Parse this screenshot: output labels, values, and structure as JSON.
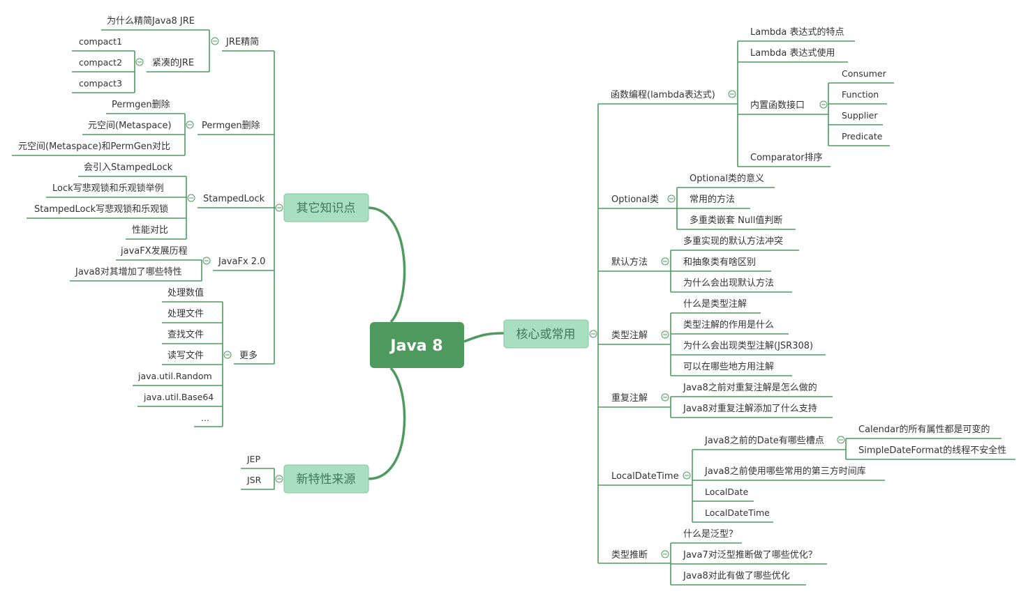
{
  "root": "Java 8",
  "colors": {
    "branch": "#4e9a5e",
    "root_fill": "#4e9a5e",
    "main_fill": "#a8dfc0",
    "main_text": "#3d7a5a"
  },
  "main_topics": {
    "other": "其它知识点",
    "sources": "新特性来源",
    "core": "核心或常用"
  },
  "other": {
    "jre": {
      "label": "JRE精简",
      "why": "为什么精简Java8 JRE",
      "compact": {
        "label": "紧凑的JRE",
        "items": [
          "compact1",
          "compact2",
          "compact3"
        ]
      }
    },
    "permgen": {
      "label": "Permgen删除",
      "items": [
        "Permgen删除",
        "元空间(Metaspace)",
        "元空间(Metaspace)和PermGen对比"
      ]
    },
    "stamped": {
      "label": "StampedLock",
      "items": [
        "会引入StampedLock",
        "Lock写悲观锁和乐观锁举例",
        "StampedLock写悲观锁和乐观锁",
        "性能对比"
      ]
    },
    "javafx": {
      "label": "JavaFx 2.0",
      "items": [
        "javaFX发展历程",
        "Java8对其增加了哪些特性"
      ]
    },
    "more": {
      "label": "更多",
      "items": [
        "处理数值",
        "处理文件",
        "查找文件",
        "读写文件",
        "java.util.Random",
        "java.util.Base64",
        "..."
      ]
    }
  },
  "sources": {
    "items": [
      "JEP",
      "JSR"
    ]
  },
  "core": {
    "lambda": {
      "label": "函数编程(lambda表达式)",
      "items": [
        "Lambda 表达式的特点",
        "Lambda 表达式使用"
      ],
      "functional": {
        "label": "内置函数接口",
        "items": [
          "Consumer",
          "Function",
          "Supplier",
          "Predicate"
        ]
      },
      "comparator": "Comparator排序"
    },
    "optional": {
      "label": "Optional类",
      "items": [
        "Optional类的意义",
        "常用的方法",
        "多重类嵌套 Null值判断"
      ]
    },
    "default": {
      "label": "默认方法",
      "items": [
        "多重实现的默认方法冲突",
        "和抽象类有啥区别",
        "为什么会出现默认方法"
      ]
    },
    "typeanno": {
      "label": "类型注解",
      "items": [
        "什么是类型注解",
        "类型注解的作用是什么",
        "为什么会出现类型注解(JSR308)",
        "可以在哪些地方用注解"
      ]
    },
    "repeat": {
      "label": "重复注解",
      "items": [
        "Java8之前对重复注解是怎么做的",
        "Java8对重复注解添加了什么支持"
      ]
    },
    "ldt": {
      "label": "LocalDateTime",
      "date": {
        "label": "Java8之前的Date有哪些槽点",
        "items": [
          "Calendar的所有属性都是可变的",
          "SimpleDateFormat的线程不安全性"
        ]
      },
      "items": [
        "Java8之前使用哪些常用的第三方时间库",
        "LocalDate",
        "LocalDateTime"
      ]
    },
    "infer": {
      "label": "类型推断",
      "items": [
        "什么是泛型？",
        "Java7对泛型推断做了哪些优化？",
        "Java8对此有做了哪些优化"
      ]
    }
  }
}
